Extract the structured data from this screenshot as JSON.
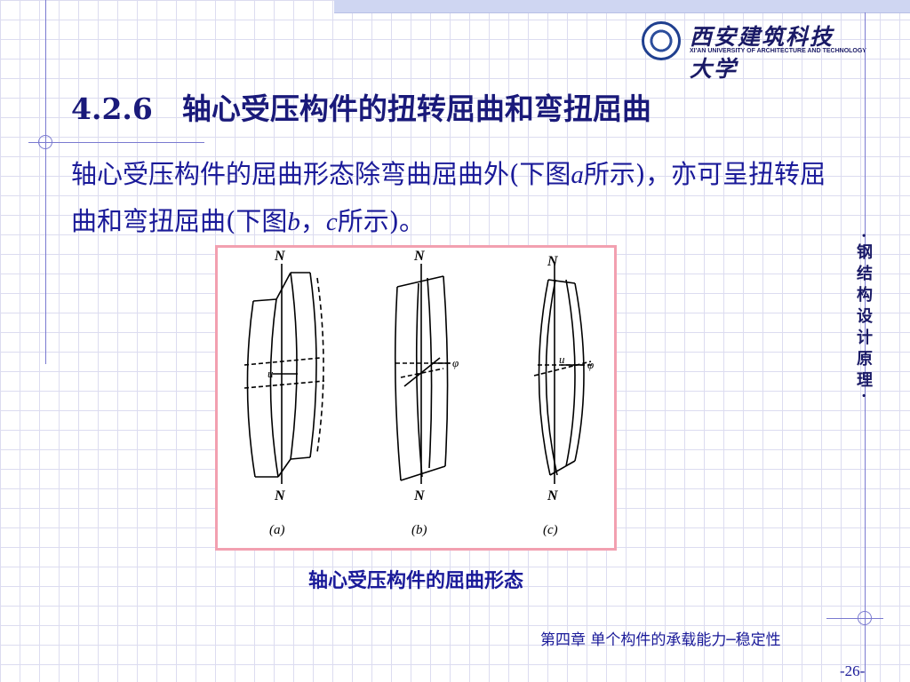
{
  "header": {
    "logo": {
      "name_cn": "西安建筑科技大学",
      "name_en": "XI'AN UNIVERSITY OF ARCHITECTURE AND TECHNOLOGY"
    }
  },
  "slide": {
    "title": "4.2.6　轴心受压构件的扭转屈曲和弯扭屈曲",
    "paragraph": {
      "part1": "轴心受压构件的屈曲形态除弯曲屈曲外(下图",
      "italic_a": "a",
      "part2": "所示)，亦可呈扭转屈曲和弯扭屈曲(下图",
      "italic_b": "b",
      "sep": "，",
      "italic_c": "c",
      "part3": "所示)。"
    },
    "figure": {
      "labels": {
        "N": "N",
        "u": "u",
        "phi": "φ",
        "a": "(a)",
        "b": "(b)",
        "c": "(c)"
      }
    },
    "caption": "轴心受压构件的屈曲形态"
  },
  "sidebar": {
    "course_title": "·钢结构设计原理·"
  },
  "footer": {
    "chapter": "第四章 单个构件的承载能力─稳定性",
    "page": "-26-"
  }
}
